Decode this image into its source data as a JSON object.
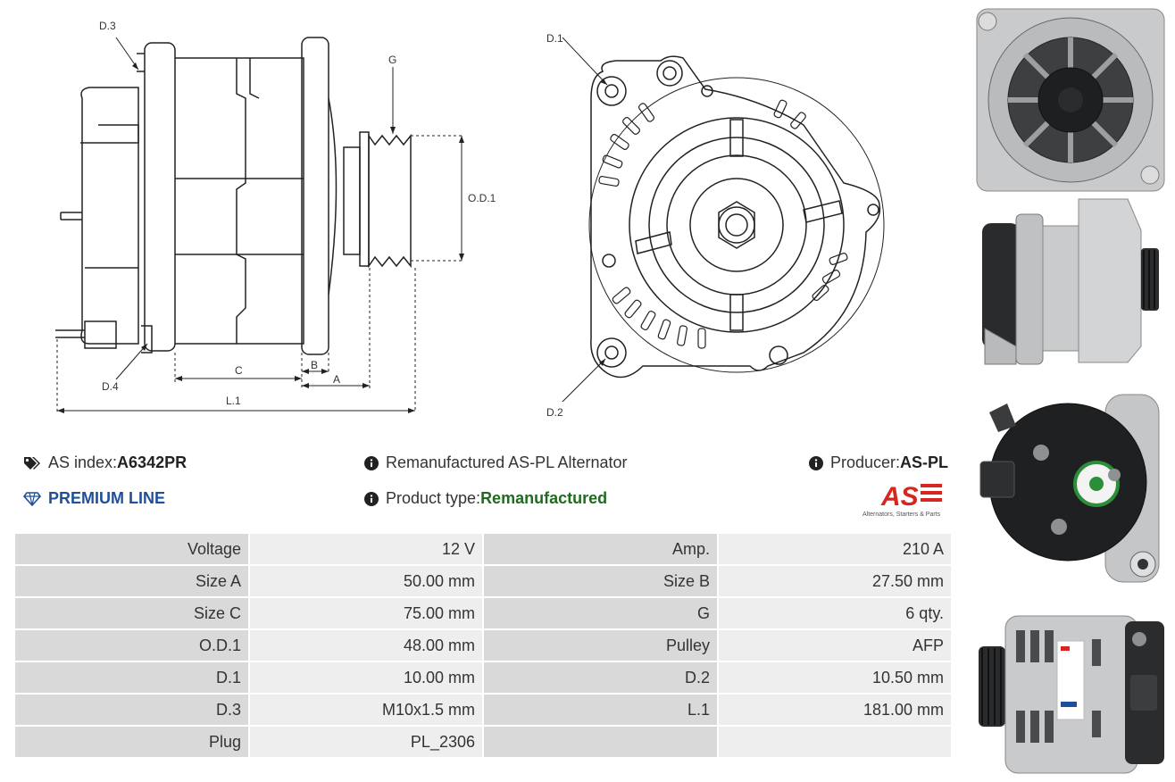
{
  "drawing_labels": {
    "d3": "D.3",
    "d4": "D.4",
    "g": "G",
    "od1": "O.D.1",
    "c": "C",
    "b": "B",
    "a": "A",
    "l1": "L.1",
    "d1": "D.1",
    "d2": "D.2"
  },
  "info": {
    "as_index_label": "AS index: ",
    "as_index_value": "A6342PR",
    "premium_line": "PREMIUM LINE",
    "description": "Remanufactured AS-PL Alternator",
    "product_type_label": "Product type: ",
    "product_type_value": "Remanufactured",
    "producer_label": "Producer: ",
    "producer_value": "AS-PL",
    "logo_tagline": "Alternators, Starters & Parts",
    "logo_lettering": "AS"
  },
  "specs": [
    {
      "k1": "Voltage",
      "v1": "12 V",
      "k2": "Amp.",
      "v2": "210 A"
    },
    {
      "k1": "Size A",
      "v1": "50.00 mm",
      "k2": "Size B",
      "v2": "27.50 mm"
    },
    {
      "k1": "Size C",
      "v1": "75.00 mm",
      "k2": "G",
      "v2": "6 qty."
    },
    {
      "k1": "O.D.1",
      "v1": "48.00 mm",
      "k2": "Pulley",
      "v2": "AFP"
    },
    {
      "k1": "D.1",
      "v1": "10.00 mm",
      "k2": "D.2",
      "v2": "10.50 mm"
    },
    {
      "k1": "D.3",
      "v1": "M10x1.5 mm",
      "k2": "L.1",
      "v2": "181.00 mm"
    },
    {
      "k1": "Plug",
      "v1": "PL_2306",
      "k2": "",
      "v2": ""
    }
  ],
  "colors": {
    "premium": "#1f4f9a",
    "product_type": "#1f6b1f",
    "logo_red": "#d7261e",
    "key_cell": "#d9d9d9",
    "value_cell": "#eeeeee"
  },
  "icons": [
    "tags-icon",
    "diamond-icon",
    "info-circle-icon"
  ]
}
